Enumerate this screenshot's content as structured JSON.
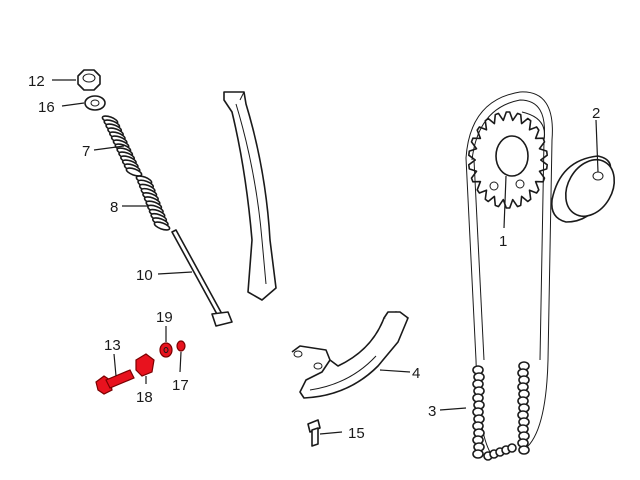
{
  "colors": {
    "ink": "#1a1a1a",
    "highlight": "#e8121e",
    "background": "#ffffff"
  },
  "callouts": {
    "p1": "1",
    "p2": "2",
    "p3": "3",
    "p4": "4",
    "p7": "7",
    "p8": "8",
    "p10": "10",
    "p12": "12",
    "p13": "13",
    "p15": "15",
    "p16": "16",
    "p17": "17",
    "p18": "18",
    "p19": "19"
  },
  "highlighted_parts": [
    "13",
    "17",
    "18",
    "19"
  ]
}
